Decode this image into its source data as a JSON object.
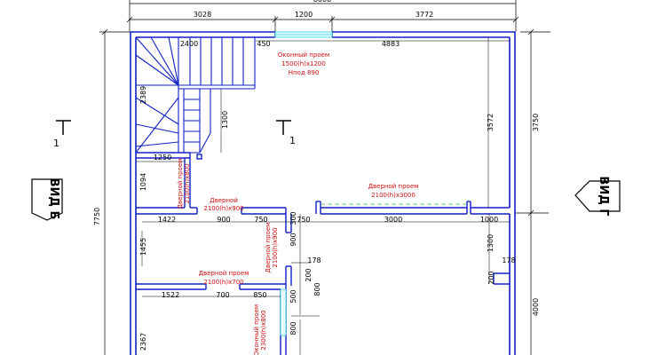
{
  "dims": {
    "top_total": "8000",
    "top_1": "3028",
    "top_2": "1200",
    "top_3": "3772",
    "stair_width": "2400",
    "d_450": "450",
    "d_4883": "4883",
    "d_2389": "2389",
    "d_1300_stair": "1300",
    "d_1250": "1250",
    "d_1094": "1094",
    "d_3572": "3572",
    "d_3750": "3750",
    "d_7750": "7750",
    "d_1422": "1422",
    "d_900_a": "900",
    "d_750_a": "750",
    "d_300": "300",
    "d_750_b": "750",
    "d_3000": "3000",
    "d_1000": "1000",
    "d_1455": "1455",
    "d_900_v": "900",
    "d_1300_r": "1300",
    "d_178_a": "178",
    "d_200_a": "200",
    "d_800_a": "800",
    "d_178_b": "178",
    "d_200_b": "200",
    "d_1522": "1522",
    "d_700": "700",
    "d_850": "850",
    "d_500": "500",
    "d_800_b": "800",
    "d_2367": "2367",
    "d_4000": "4000"
  },
  "labels": {
    "window_top_l1": "Оконный проем",
    "window_top_l2": "1500(h)х1200",
    "window_top_l3": "Hпод 890",
    "door_vert_1_l1": "Дверной проем",
    "door_vert_1_l2": "2100(h)х800",
    "door_2_l1": "Дверной",
    "door_2_l2": "2100(h)х900",
    "door_3_l1": "Дверной проем",
    "door_3_l2": "2100(h)х3000",
    "door_vert_4_l1": "Дверной проем",
    "door_vert_4_l2": "2100(h)х900",
    "door_5_l1": "Дверной проем",
    "door_5_l2": "2100(h)х700",
    "window_vert_l1": "Оконный проем",
    "window_vert_l2": "2300(h)х800",
    "view_left": "ВИД Б",
    "view_right": "ВИД Г",
    "section_1a": "1",
    "section_1b": "1"
  }
}
